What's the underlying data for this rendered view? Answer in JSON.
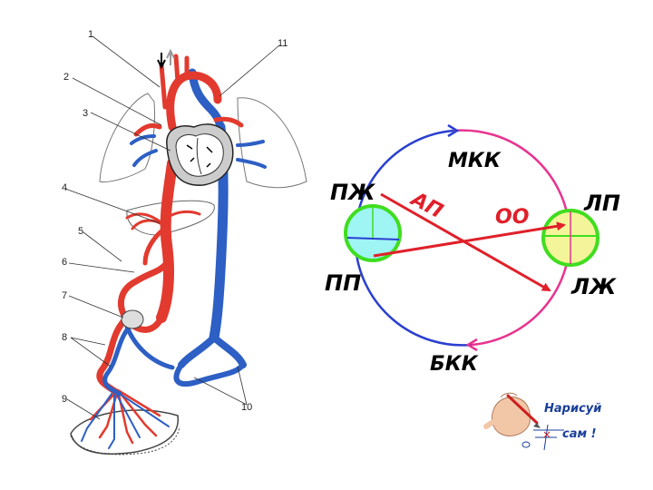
{
  "anatomy": {
    "callouts": [
      "1",
      "2",
      "3",
      "4",
      "5",
      "6",
      "7",
      "8",
      "9",
      "10",
      "11"
    ]
  },
  "scheme": {
    "heart_left_top": "ПЖ",
    "heart_left_bottom": "ПП",
    "heart_right_top": "ЛП",
    "heart_right_bottom": "ЛЖ",
    "circle_top": "МКК",
    "circle_bottom": "БКК",
    "shunt_1": "АП",
    "shunt_2": "ОО"
  },
  "badge": {
    "line1": "Нарисуй",
    "line2": "сам !"
  },
  "colors": {
    "artery": "#e23a2e",
    "vein": "#2d5fc4",
    "pulmonary_arc": "#e8338f",
    "systemic_arc": "#2a3fd0",
    "left_heart_fill": "#9ff4f4",
    "right_heart_fill": "#f4f59a",
    "heart_ring": "#40dd20"
  }
}
